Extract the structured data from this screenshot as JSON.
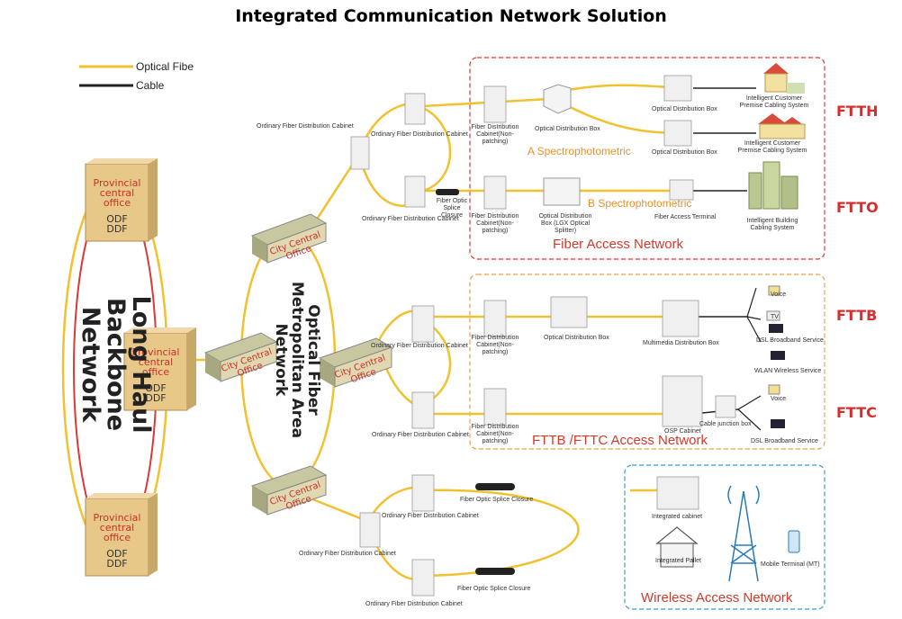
{
  "title": "Integrated Communication Network Solution",
  "legend": {
    "fiber": "Optical Fibe",
    "cable": "Cable"
  },
  "backbone": {
    "label": "Long Haul Backbone Network",
    "offices": [
      {
        "name": "Provincial central office",
        "odf1": "ODF",
        "odf2": "DDF"
      },
      {
        "name": "Provincial central office",
        "odf1": "ODF",
        "odf2": "DDF"
      },
      {
        "name": "Provincial central office",
        "odf1": "ODF",
        "odf2": "DDF"
      }
    ]
  },
  "metro": {
    "label": "Optical Fiber Metropolitan Area Network",
    "offices": [
      "City Central Office",
      "City Central Office",
      "City Central Office",
      "City Central Office"
    ]
  },
  "fiber_access": {
    "title": "Fiber Access Network",
    "tag_ftth": "FTTH",
    "tag_ftto": "FTTO",
    "a_label": "A Spectrophotometric",
    "b_label": "B Spectrophotometric",
    "ordinary_cabinet": "Ordinary Fiber Distribution Cabinet",
    "cabinet_top": "Ordinary Fiber Distribution Cabinet",
    "cabinet_bottom": "Ordinary Fiber Distribution Cabinet",
    "splice": "Fiber Optic Splice Closure",
    "fdc1": "Fiber Distribution Cabinet(Non-patching)",
    "fdc2": "Fiber Distribution Cabinet(Non-patching)",
    "odb": "Optical Distribution Box",
    "odb_lgx": "Optical Distribution Box (LGX Optical Splitter)",
    "odb_r1": "Optical Distribution Box",
    "odb_r2": "Optical Distribution Box",
    "terminal": "Fiber Access Terminal",
    "premise1": "Intelligent Customer Premise Cabling System",
    "premise2": "Intelligent Customer Premise Cabling System",
    "building": "Intelligent Building Cabling System"
  },
  "fttb": {
    "title": "FTTB /FTTC Access Network",
    "tag_fttb": "FTTB",
    "tag_fttc": "FTTC",
    "cab1": "Ordinary Fiber Distribution Cabinet",
    "cab2": "Ordinary Fiber Distribution Cabinet",
    "fdc1": "Fiber Distribution Cabinet(Non-patching)",
    "fdc2": "Fiber Distribution Cabinet(Non-patching)",
    "odb": "Optical Distribution Box",
    "mdb": "Multimedia Distribution Box",
    "osp": "OSP Cabinet",
    "junction": "Cable junction box",
    "voice1": "Voice",
    "tv": "TV",
    "dsl1": "DSL Broadband Service",
    "wlan": "WLAN  Wireless Service",
    "voice2": "Voice",
    "dsl2": "DSL Broadband Service"
  },
  "wireless": {
    "title": "Wireless Access Network",
    "cab1": "Ordinary Fiber Distribution Cabinet",
    "cab2": "Ordinary Fiber Distribution Cabinet",
    "cab3": "Ordinary Fiber Distribution Cabinet",
    "splice1": "Fiber Optic Splice Closure",
    "splice2": "Fiber Optic Splice Closure",
    "integrated_cabinet": "Integrated cabinet",
    "integrated_pallet": "Integrated Pallet",
    "mobile": "Mobile Terminal (MT)"
  },
  "colors": {
    "fiber": "#f2c12e",
    "cable": "#222222",
    "ftth_box": "#d83a3a",
    "fttb_box": "#e8a04a",
    "wireless_box": "#3aa0c8",
    "accent_red": "#d62d2d"
  }
}
